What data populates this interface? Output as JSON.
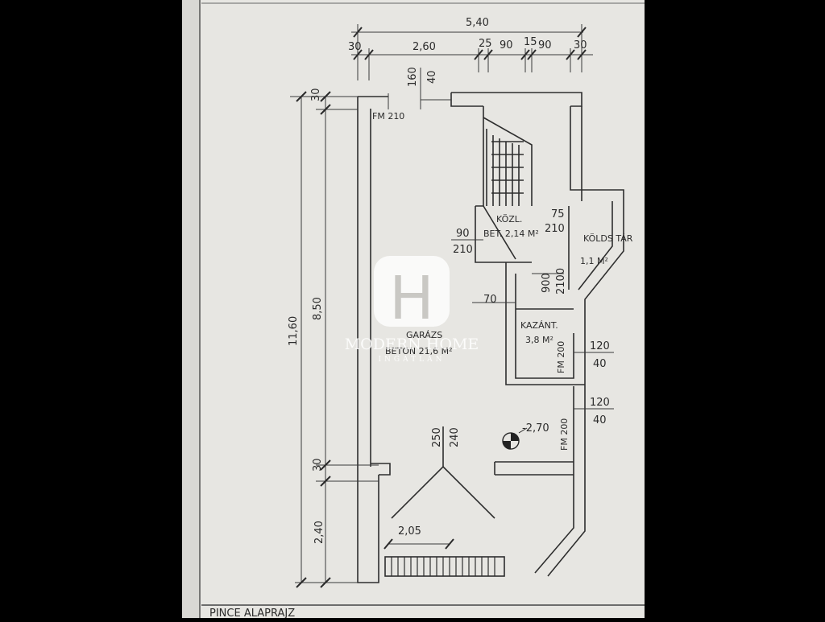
{
  "plan": {
    "dimensions": {
      "total_width": "5,40",
      "seg_30_left": "30",
      "seg_260": "2,60",
      "seg_25": "25",
      "seg_90a": "90",
      "seg_15": "15",
      "seg_90b": "90",
      "seg_30_right": "30",
      "door_160": "160",
      "door_40": "40",
      "height_total": "11,60",
      "height_850": "8,50",
      "height_30_top": "30",
      "height_30_mid": "30",
      "height_240": "2,40",
      "bottom_205": "2,05",
      "door_250": "250",
      "door_240": "240",
      "elev": "-2,70",
      "win_120a": "120",
      "win_40a": "40",
      "win_120b": "120",
      "win_40b": "40",
      "d90": "90",
      "d210": "210",
      "d75": "75",
      "d210b": "210",
      "d900": "900",
      "d2100": "2100",
      "d70": "70",
      "fm200a": "FM 200",
      "fm200b": "FM 200",
      "fm210": "FM 210"
    },
    "rooms": {
      "kozl": "KÖZL.",
      "kozl_area": "BET. 2,14 M²",
      "tarolo": "KÖLDS TÁR",
      "tarolo_area": "1,1 M²",
      "kazan": "KAZÁNT.",
      "kazan_area": "3,8 M²",
      "garage": "GARÁZS",
      "garage_area": "BETON 21,6 M²"
    },
    "footer_text": "PINCE  ALAPRAJZ"
  },
  "watermark": {
    "brand": "MODERN HOME",
    "sub": "INGATLAN",
    "logo_letter": "H"
  }
}
